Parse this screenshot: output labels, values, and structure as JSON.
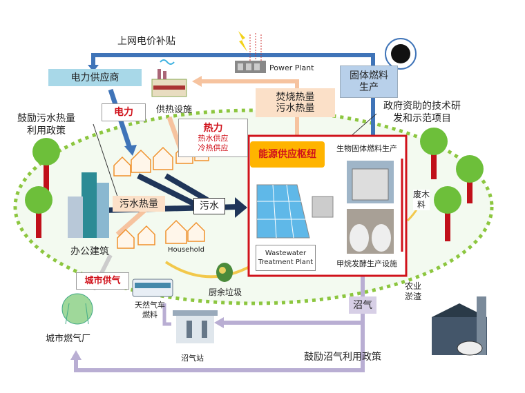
{
  "labels": {
    "feed_in_tariff": "上网电价补贴",
    "power_plant": "Power Plant",
    "power_supplier": "电力供应商",
    "solid_fuel": "固体燃料生产",
    "heat_facility": "供热设施",
    "incineration_heat": "焚烧热量",
    "sewage_heat_top": "污水热量",
    "gov_projects_1": "政府资助的技术研",
    "gov_projects_2": "发和示范项目",
    "electricity": "电力",
    "sewage_policy_1": "鼓励污水热量",
    "sewage_policy_2": "利用政策",
    "heat": "热力",
    "hot_water": "热水供应",
    "cooling": "冷热供应",
    "energy_hub": "能源供应枢纽",
    "bio_solid_fuel": "生物固体燃料生产",
    "wwtp_1": "Wastewater",
    "wwtp_2": "Treatment Plant",
    "methane_facility": "甲烷发酵生产设施",
    "waste_wood_1": "废木",
    "waste_wood_2": "料",
    "sewage_heat": "污水热量",
    "sewage": "污水",
    "household": "Household",
    "office": "办公建筑",
    "city_gas": "城市供气",
    "food_waste": "厨余垃圾",
    "ngv_fuel_1": "天然气车",
    "ngv_fuel_2": "燃料",
    "biogas": "沼气",
    "agri_sludge_1": "农业",
    "agri_sludge_2": "淤渣",
    "city_gas_plant": "城市燃气厂",
    "biogas_station": "沼气站",
    "biogas_policy": "鼓励沼气利用政策"
  },
  "colors": {
    "blue_flow": "#3f74b8",
    "heat_flow": "#f6c39f",
    "sewage_flow": "#1f3559",
    "biogas_flow": "#b9aed3",
    "hub": "#ffb400",
    "accent_red": "#d0121b",
    "green_dots": "#8cc63f"
  }
}
